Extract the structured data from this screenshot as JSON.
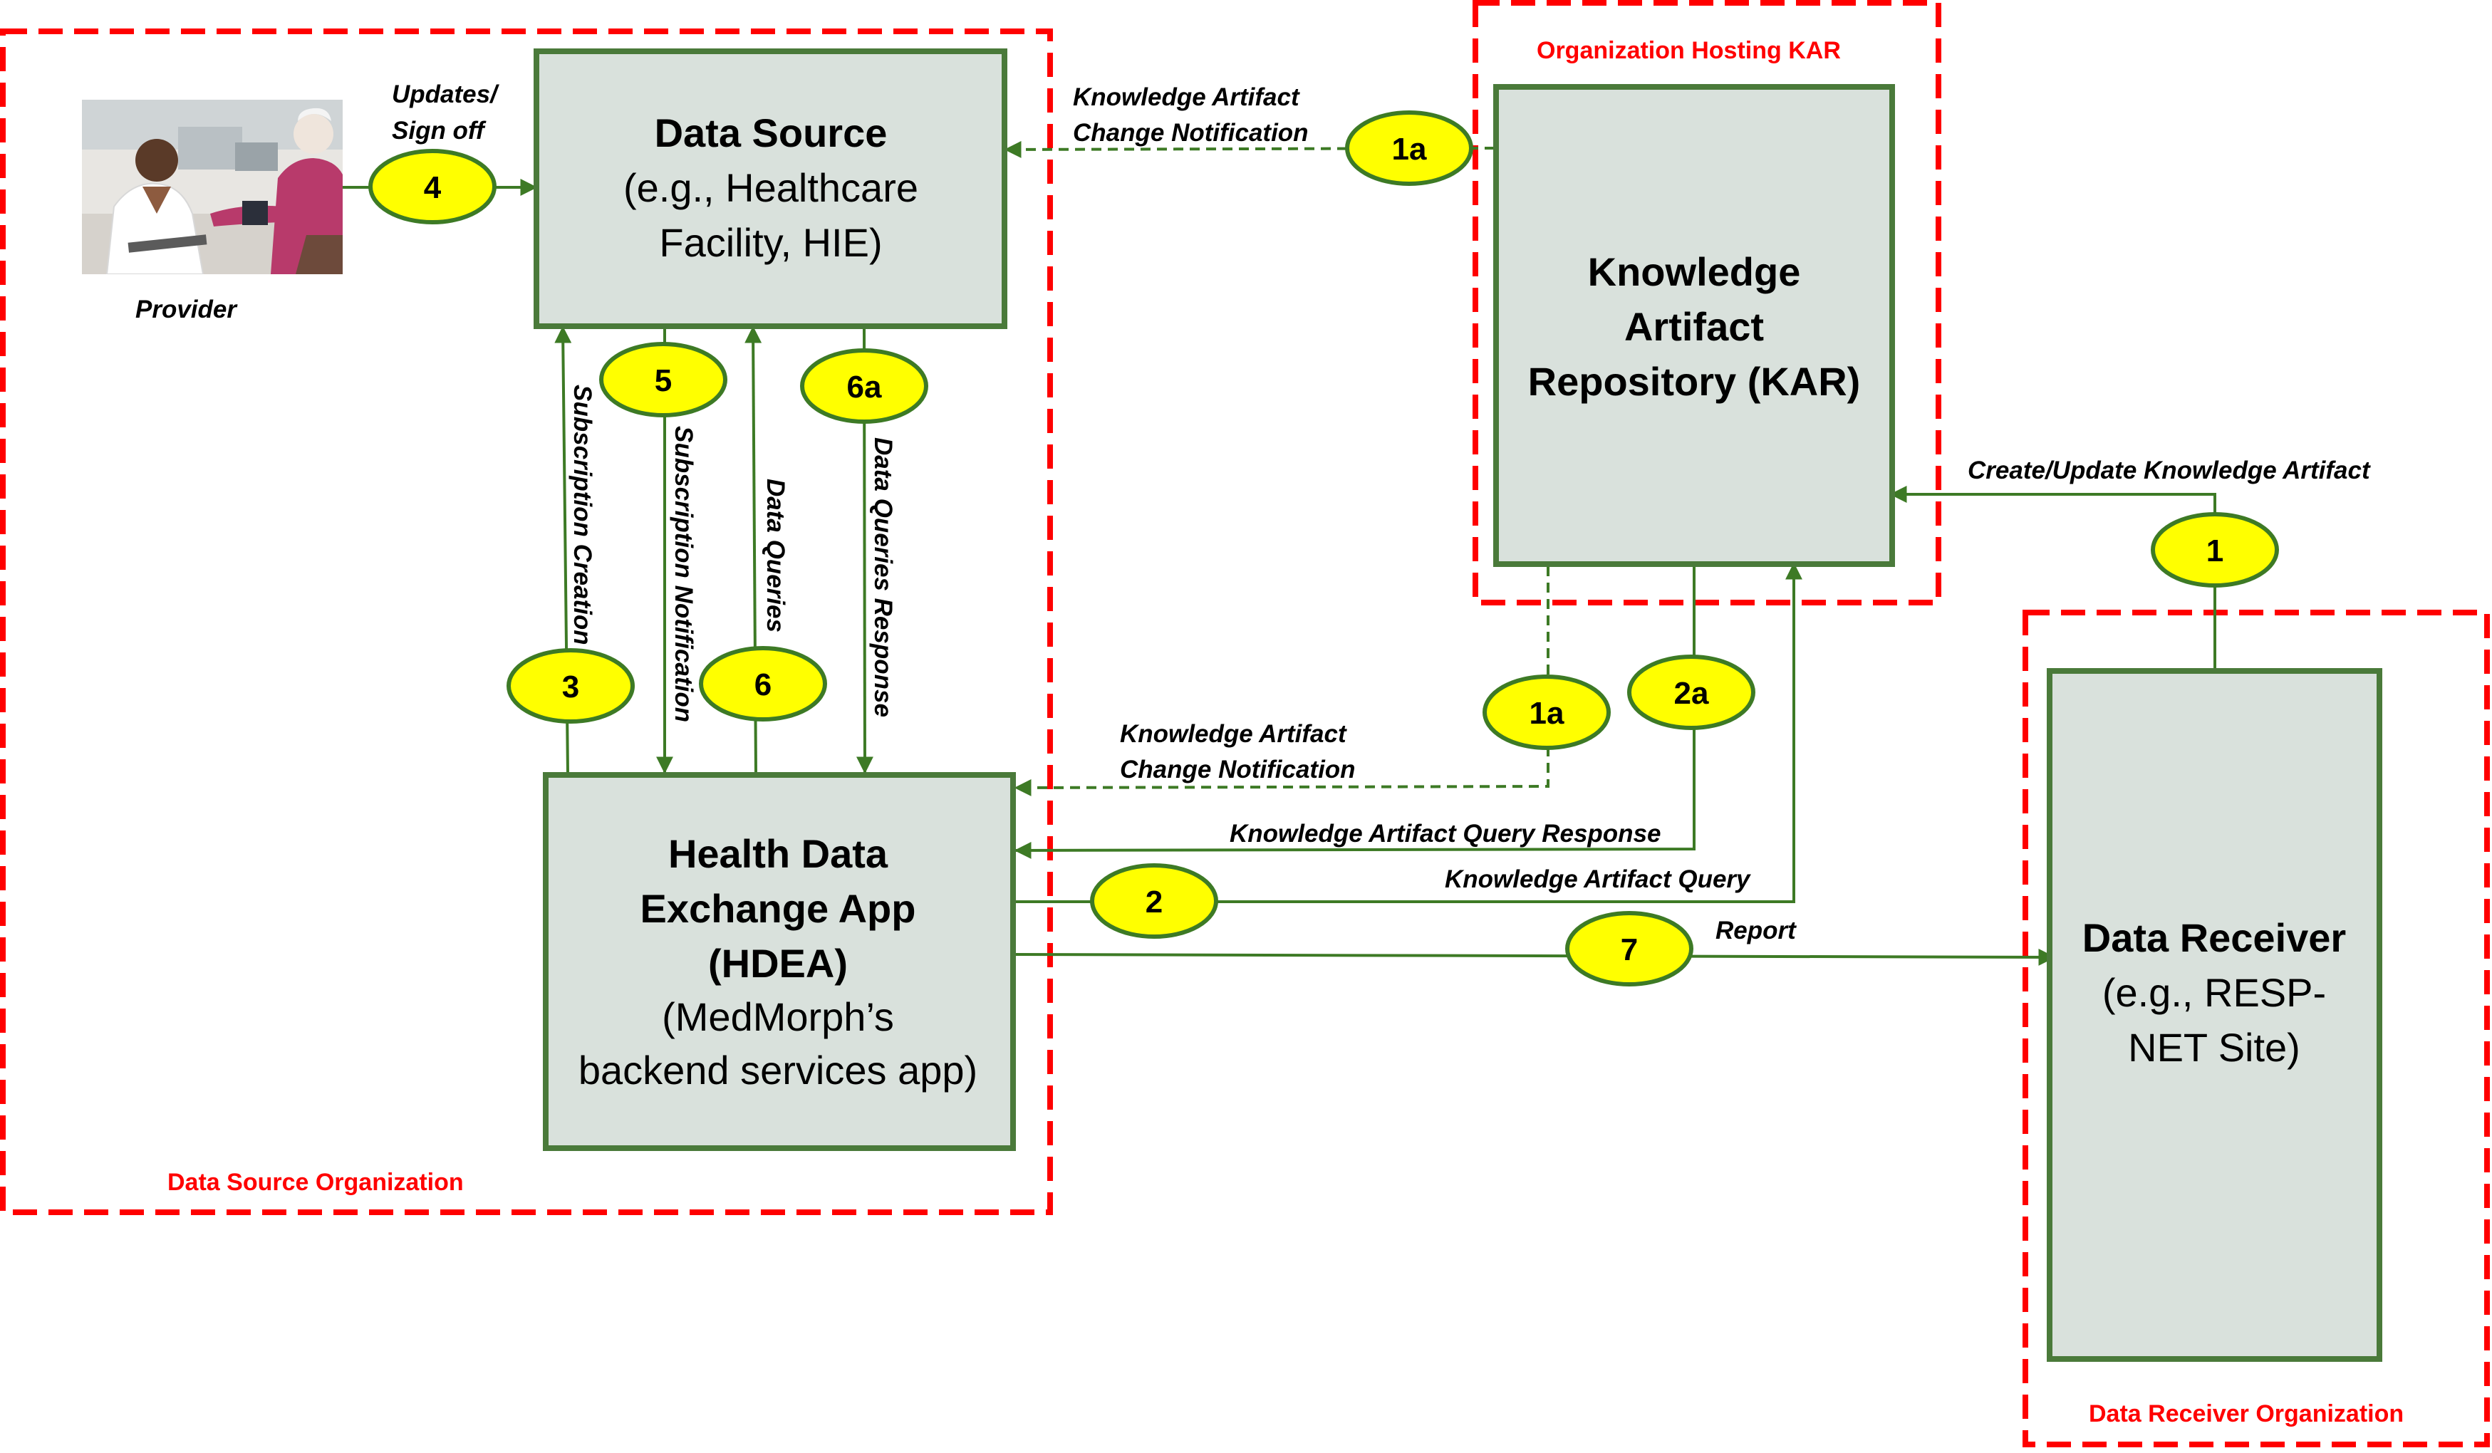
{
  "organizations": {
    "data_source_org": "Data Source Organization",
    "kar_org": "Organization Hosting KAR",
    "receiver_org": "Data Receiver Organization"
  },
  "boxes": {
    "data_source": {
      "title": "Data Source",
      "sub1": "(e.g., Healthcare",
      "sub2": "Facility, HIE)"
    },
    "kar": {
      "line1": "Knowledge",
      "line2": "Artifact",
      "line3": "Repository (KAR)"
    },
    "hdea": {
      "line1": "Health Data",
      "line2": "Exchange App",
      "line3": "(HDEA)",
      "sub1": "(MedMorph’s",
      "sub2": "backend services app)"
    },
    "receiver": {
      "title": "Data Receiver",
      "sub1": "(e.g., RESP-",
      "sub2": "NET Site)"
    }
  },
  "provider": {
    "label": "Provider",
    "photo_icon": "doctor-patient-photo"
  },
  "edges": {
    "updates_line1": "Updates/",
    "updates_line2": "Sign off",
    "ka_change_top_line1": "Knowledge Artifact",
    "ka_change_top_line2": "Change Notification",
    "ka_change_mid_line1": "Knowledge Artifact",
    "ka_change_mid_line2": "Change Notification",
    "create_update": "Create/Update Knowledge Artifact",
    "subscription_creation": "Subscription Creation",
    "subscription_notification": "Subscription Notification",
    "data_queries": "Data Queries",
    "data_queries_response": "Data Queries Response",
    "ka_query_response": "Knowledge Artifact Query Response",
    "ka_query": "Knowledge Artifact Query",
    "report": "Report"
  },
  "steps": {
    "s4": "4",
    "s1a_top": "1a",
    "s5": "5",
    "s6a": "6a",
    "s3": "3",
    "s6": "6",
    "s1a_mid": "1a",
    "s2a": "2a",
    "s1": "1",
    "s2": "2",
    "s7": "7"
  },
  "colors": {
    "org_border": "#ff0000",
    "box_fill": "#d9e1dc",
    "box_border": "#4a7a3a",
    "connector": "#3d7a25",
    "step_fill": "#ffff00"
  }
}
